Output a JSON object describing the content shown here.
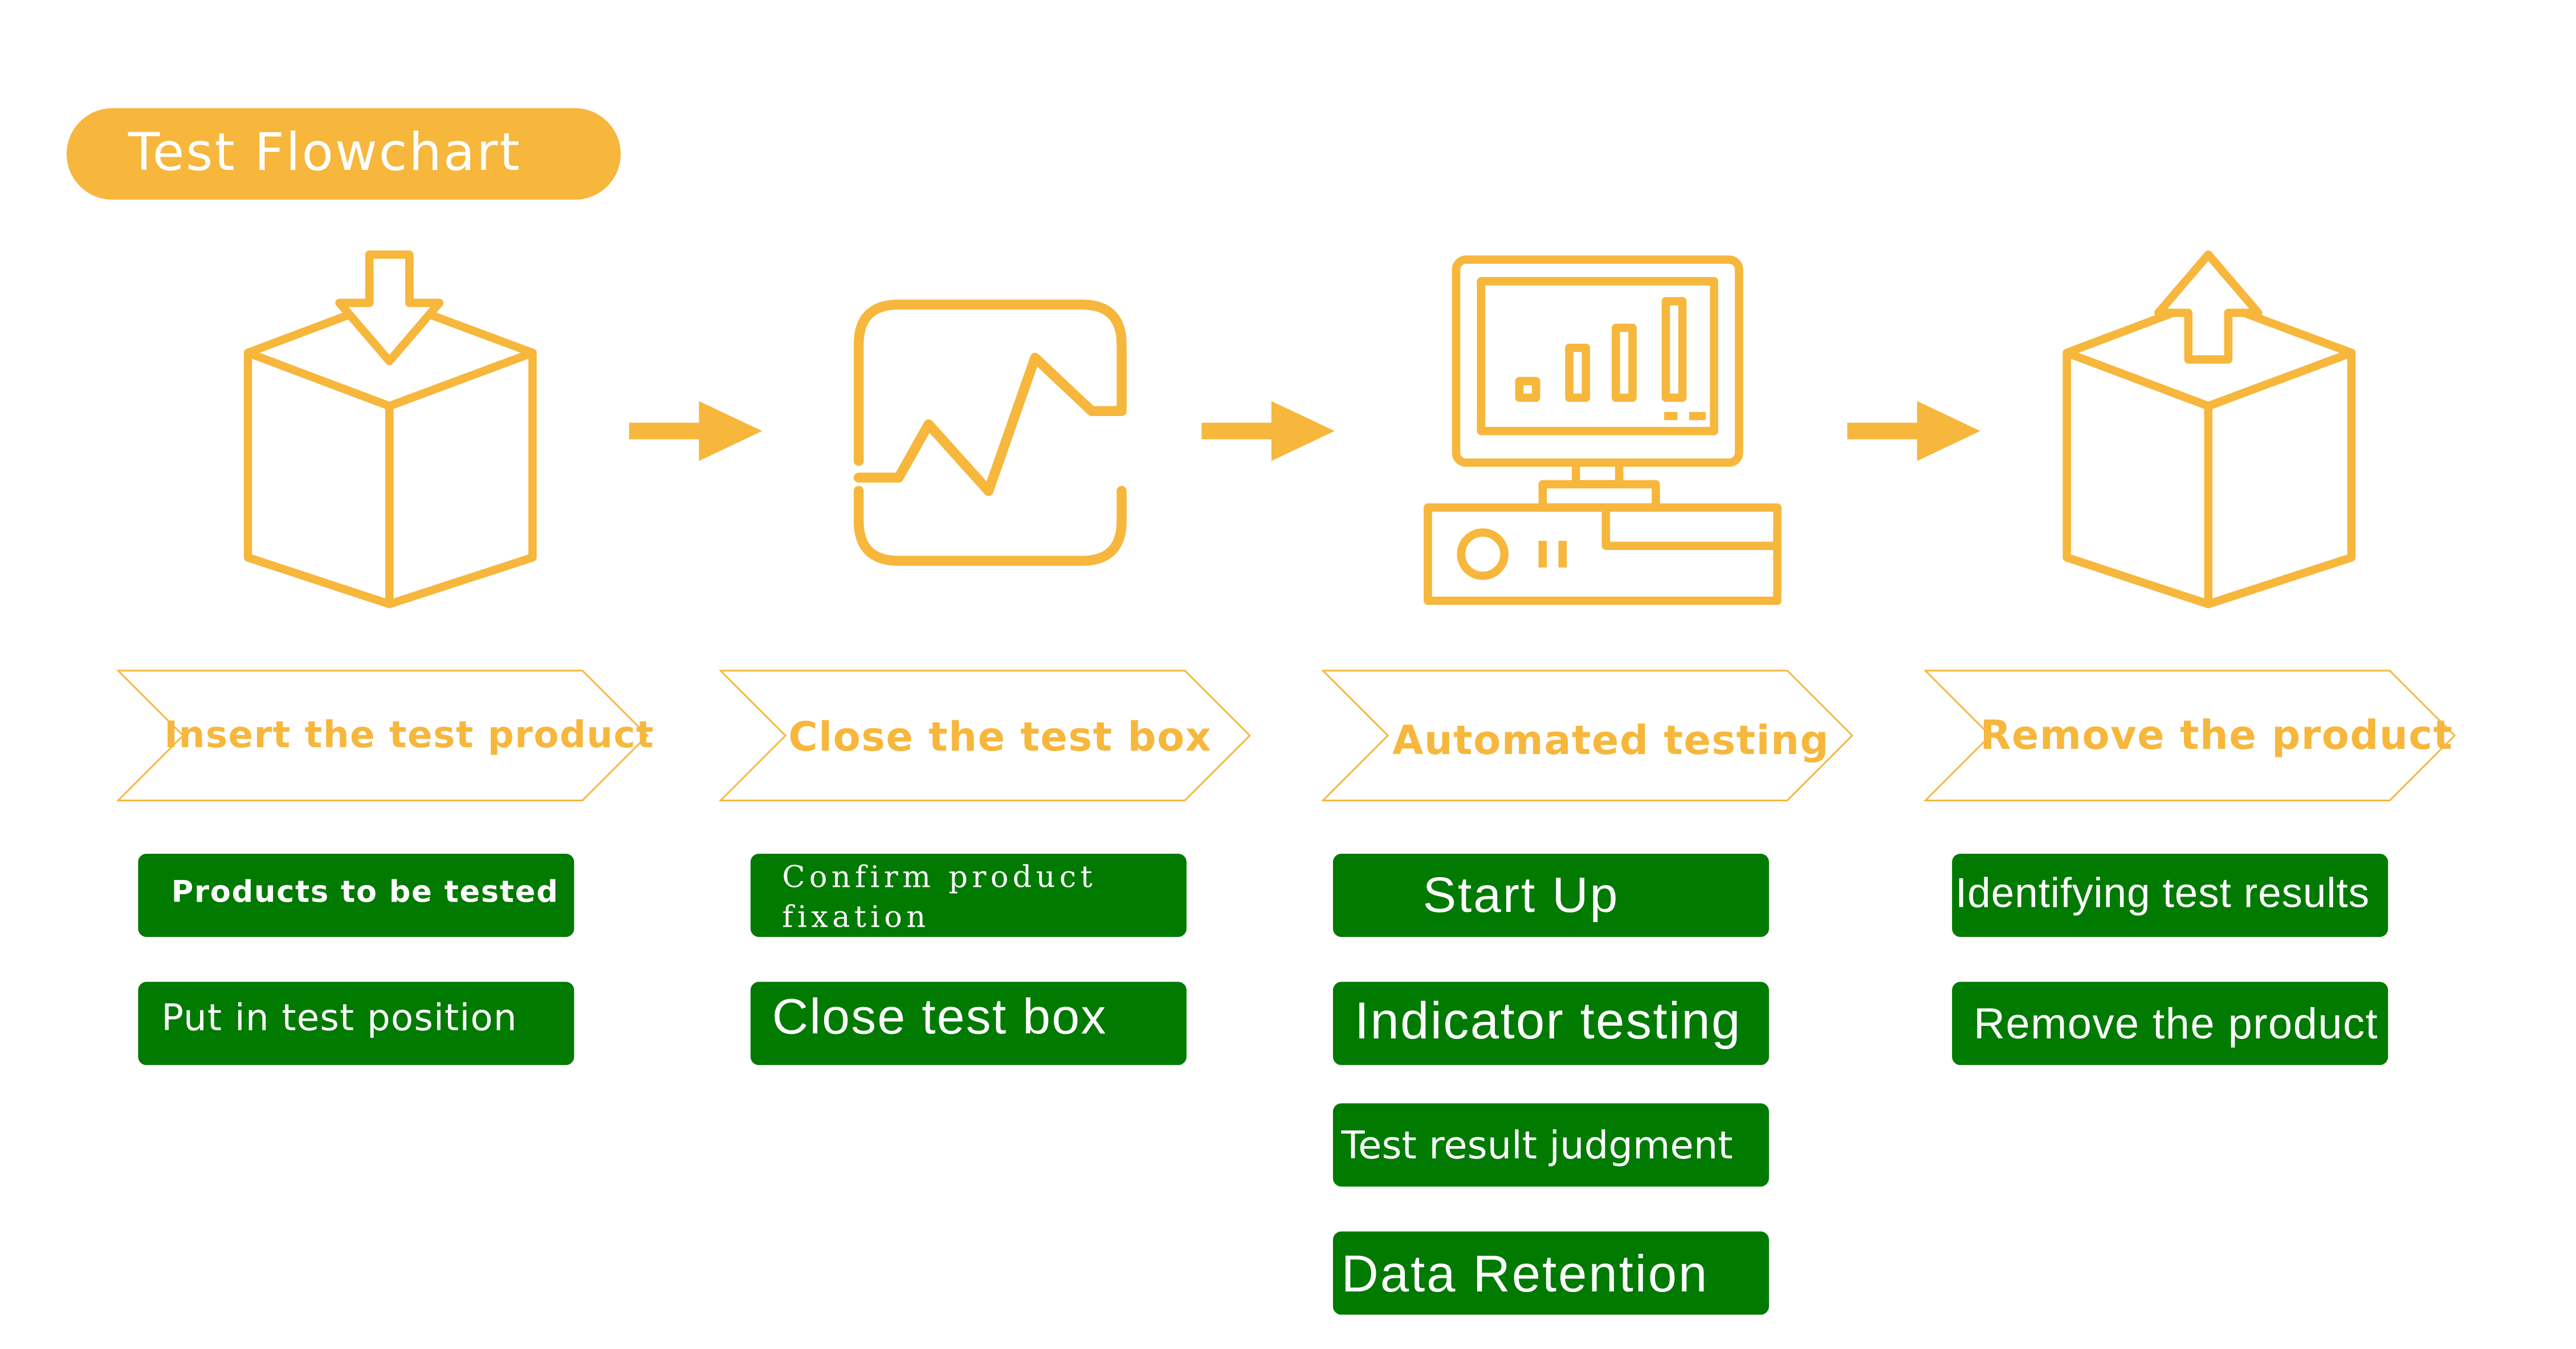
{
  "title": "Test Flowchart",
  "colors": {
    "accent": "#F6B73C",
    "step_green": "#007A00",
    "step_text": "#FFFFFF",
    "background": "#FFFFFF"
  },
  "stages": [
    {
      "icon": "box-insert-icon",
      "label": "Insert the test product",
      "steps": [
        "Products to be tested",
        "Put in test position"
      ]
    },
    {
      "icon": "monitoring-chart-icon",
      "label": "Close the test box",
      "steps": [
        "Confirm product fixation",
        "Close test box"
      ]
    },
    {
      "icon": "computer-icon",
      "label": "Automated testing",
      "steps": [
        "Start Up",
        "Indicator testing",
        "Test result judgment",
        "Data Retention"
      ]
    },
    {
      "icon": "box-remove-icon",
      "label": "Remove the product",
      "steps": [
        "Identifying test results",
        "Remove the product"
      ]
    }
  ],
  "step_2_1_lines": [
    "Confirm product",
    "fixation"
  ]
}
